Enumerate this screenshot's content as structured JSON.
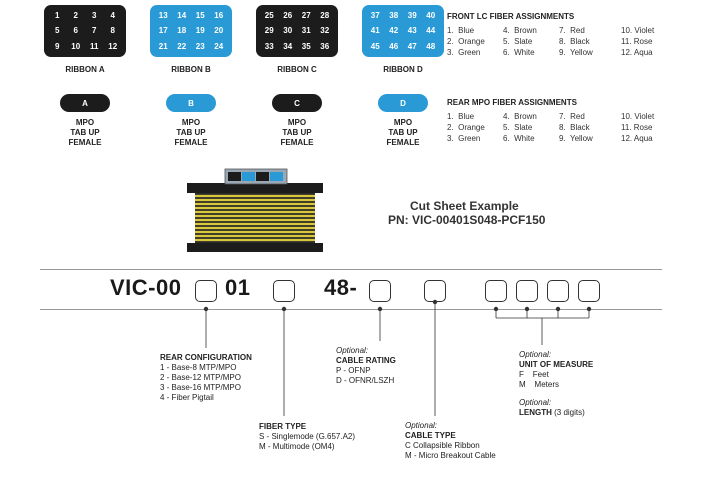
{
  "ribbons": [
    {
      "label": "RIBBON A",
      "numbers": [
        "1",
        "2",
        "3",
        "4",
        "5",
        "6",
        "7",
        "8",
        "9",
        "10",
        "11",
        "12"
      ]
    },
    {
      "label": "RIBBON B",
      "numbers": [
        "13",
        "14",
        "15",
        "16",
        "17",
        "18",
        "19",
        "20",
        "21",
        "22",
        "23",
        "24"
      ]
    },
    {
      "label": "RIBBON C",
      "numbers": [
        "25",
        "26",
        "27",
        "28",
        "29",
        "30",
        "31",
        "32",
        "33",
        "34",
        "35",
        "36"
      ]
    },
    {
      "label": "RIBBON D",
      "numbers": [
        "37",
        "38",
        "39",
        "40",
        "41",
        "42",
        "43",
        "44",
        "45",
        "46",
        "47",
        "48"
      ]
    }
  ],
  "tabs": [
    {
      "letter": "A",
      "lines": [
        "MPO",
        "TAB UP",
        "FEMALE"
      ]
    },
    {
      "letter": "B",
      "lines": [
        "MPO",
        "TAB UP",
        "FEMALE"
      ]
    },
    {
      "letter": "C",
      "lines": [
        "MPO",
        "TAB UP",
        "FEMALE"
      ]
    },
    {
      "letter": "D",
      "lines": [
        "MPO",
        "TAB UP",
        "FEMALE"
      ]
    }
  ],
  "front_assignments": {
    "title": "FRONT LC FIBER ASSIGNMENTS",
    "items": [
      "1.  Blue",
      "4.  Brown",
      "7.  Red",
      "10. Violet",
      "2.  Orange",
      "5.  Slate",
      "8.  Black",
      "11. Rose",
      "3.  Green",
      "6.  White",
      "9.  Yellow",
      "12. Aqua"
    ]
  },
  "rear_assignments": {
    "title": "REAR MPO FIBER ASSIGNMENTS",
    "items": [
      "1.  Blue",
      "4.  Brown",
      "7.  Red",
      "10. Violet",
      "2.  Orange",
      "5.  Slate",
      "8.  Black",
      "11. Rose",
      "3.  Green",
      "6.  White",
      "9.  Yellow",
      "12. Aqua"
    ]
  },
  "cut_sheet": {
    "title": "Cut Sheet Example",
    "part_number": "PN: VIC-00401S048-PCF150"
  },
  "part_number": {
    "prefix": "VIC-00",
    "middle": "01",
    "count": "48-"
  },
  "rear_configuration": {
    "title": "REAR CONFIGURATION",
    "options": [
      "1 - Base-8 MTP/MPO",
      "2 - Base-12 MTP/MPO",
      "3 - Base-16 MTP/MPO",
      "4 - Fiber Pigtail"
    ]
  },
  "fiber_type": {
    "title": "FIBER TYPE",
    "options": [
      "S - Singlemode (G.657.A2)",
      "M - Multimode (OM4)"
    ]
  },
  "cable_rating": {
    "optional": "Optional:",
    "title": "CABLE RATING",
    "options": [
      "P - OFNP",
      "D - OFNR/LSZH"
    ]
  },
  "cable_type": {
    "optional": "Optional:",
    "title": "CABLE TYPE",
    "options": [
      "C   Collapsible Ribbon",
      "M - Micro Breakout Cable"
    ]
  },
  "unit_of_measure": {
    "optional": "Optional:",
    "title": "UNIT OF MEASURE",
    "options": [
      "F    Feet",
      "M    Meters"
    ]
  },
  "length": {
    "optional": "Optional:",
    "title": "LENGTH",
    "suffix": " (3 digits)"
  },
  "colors": {
    "dark": "#1c1c1c",
    "blue": "#2a9ad6",
    "cable_yellow": "#d9c93a"
  }
}
